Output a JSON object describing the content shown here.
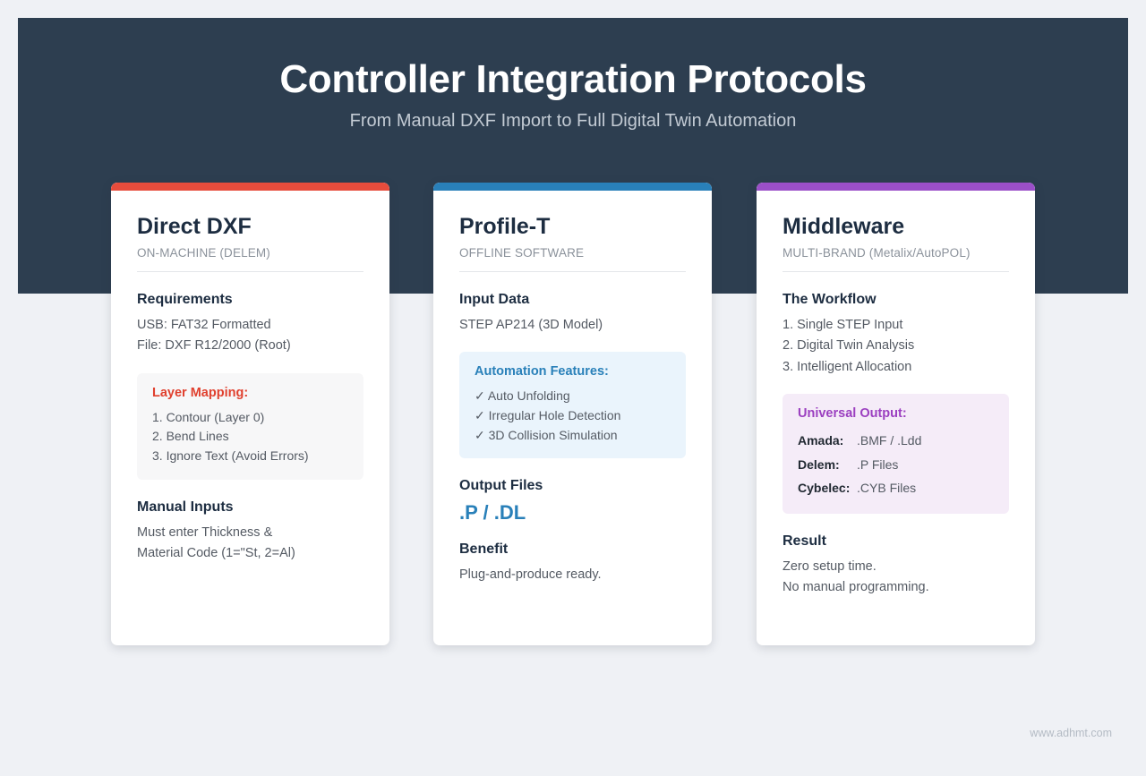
{
  "header": {
    "title": "Controller Integration Protocols",
    "subtitle": "From Manual DXF Import to Full Digital Twin Automation",
    "background_color": "#2d3e50"
  },
  "page": {
    "background_color": "#eff1f5",
    "watermark": "www.adhmt.com"
  },
  "cards": [
    {
      "accent_color": "#e74c3c",
      "title": "Direct DXF",
      "subtitle": "ON-MACHINE (DELEM)",
      "section1_head": "Requirements",
      "section1_lines": [
        "USB: FAT32 Formatted",
        "File: DXF R12/2000 (Root)"
      ],
      "box": {
        "style": "grey",
        "title": "Layer Mapping:",
        "title_color": "#e0402e",
        "items": [
          "1. Contour (Layer 0)",
          "2. Bend Lines",
          "3. Ignore Text (Avoid Errors)"
        ]
      },
      "section2_head": "Manual Inputs",
      "section2_lines": [
        "Must enter Thickness &",
        "Material Code (1=\"St, 2=Al)"
      ]
    },
    {
      "accent_color": "#2980b9",
      "title": "Profile-T",
      "subtitle": "OFFLINE SOFTWARE",
      "section1_head": "Input Data",
      "section1_lines": [
        "STEP AP214 (3D Model)"
      ],
      "box": {
        "style": "blue",
        "title": "Automation Features:",
        "title_color": "#2980b9",
        "items": [
          "✓ Auto Unfolding",
          "✓ Irregular Hole Detection",
          "✓ 3D Collision Simulation"
        ]
      },
      "section2_head": "Output Files",
      "output_value": ".P / .DL",
      "output_color": "#2980b9",
      "section3_head": "Benefit",
      "section3_lines": [
        "Plug-and-produce ready."
      ]
    },
    {
      "accent_color": "#9b4fc8",
      "title": "Middleware",
      "subtitle": "MULTI-BRAND (Metalix/AutoPOL)",
      "section1_head": "The Workflow",
      "section1_lines": [
        "1. Single STEP Input",
        "2. Digital Twin Analysis",
        "3. Intelligent Allocation"
      ],
      "box": {
        "style": "purple",
        "title": "Universal Output:",
        "title_color": "#9b3fc0",
        "rows": [
          {
            "label": "Amada:",
            "value": ".BMF / .Ldd"
          },
          {
            "label": "Delem:",
            "value": ".P Files"
          },
          {
            "label": "Cybelec:",
            "value": ".CYB Files"
          }
        ]
      },
      "section2_head": "Result",
      "section2_lines": [
        "Zero setup time.",
        "No manual programming."
      ]
    }
  ]
}
